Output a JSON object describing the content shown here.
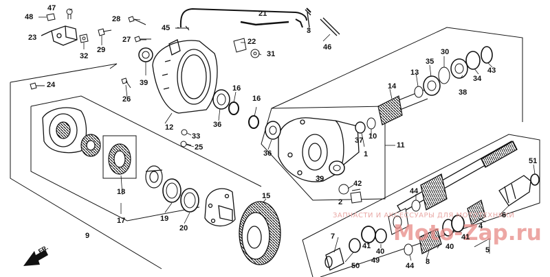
{
  "watermark": {
    "line1": "ЗАПЧАСТИ И АКСЕССУАРЫ ДЛЯ МОТОТЕХНИКИ",
    "line2": "Moto-Zap.ru",
    "color": "#e88a86"
  },
  "direction_marker": {
    "label": "FR.",
    "icon": "front-arrow-icon"
  },
  "callouts": [
    {
      "id": "47",
      "text": "47"
    },
    {
      "id": "48",
      "text": "48"
    },
    {
      "id": "28",
      "text": "28"
    },
    {
      "id": "21",
      "text": "21"
    },
    {
      "id": "3",
      "text": "3"
    },
    {
      "id": "45",
      "text": "45"
    },
    {
      "id": "22",
      "text": "22"
    },
    {
      "id": "23",
      "text": "23"
    },
    {
      "id": "29",
      "text": "29"
    },
    {
      "id": "27",
      "text": "27"
    },
    {
      "id": "31",
      "text": "31"
    },
    {
      "id": "46",
      "text": "46"
    },
    {
      "id": "32",
      "text": "32"
    },
    {
      "id": "30",
      "text": "30"
    },
    {
      "id": "35",
      "text": "35"
    },
    {
      "id": "13",
      "text": "13"
    },
    {
      "id": "34",
      "text": "34"
    },
    {
      "id": "43",
      "text": "43"
    },
    {
      "id": "38",
      "text": "38"
    },
    {
      "id": "24",
      "text": "24"
    },
    {
      "id": "39a",
      "text": "39"
    },
    {
      "id": "14",
      "text": "14"
    },
    {
      "id": "16a",
      "text": "16"
    },
    {
      "id": "26",
      "text": "26"
    },
    {
      "id": "16b",
      "text": "16"
    },
    {
      "id": "12",
      "text": "12"
    },
    {
      "id": "36a",
      "text": "36"
    },
    {
      "id": "33",
      "text": "33"
    },
    {
      "id": "37",
      "text": "37"
    },
    {
      "id": "10",
      "text": "10"
    },
    {
      "id": "11",
      "text": "11"
    },
    {
      "id": "25",
      "text": "25"
    },
    {
      "id": "36b",
      "text": "36"
    },
    {
      "id": "1",
      "text": "1"
    },
    {
      "id": "39b",
      "text": "39"
    },
    {
      "id": "51",
      "text": "51"
    },
    {
      "id": "42",
      "text": "42"
    },
    {
      "id": "44a",
      "text": "44"
    },
    {
      "id": "2",
      "text": "2"
    },
    {
      "id": "18",
      "text": "18"
    },
    {
      "id": "15",
      "text": "15"
    },
    {
      "id": "6",
      "text": "6"
    },
    {
      "id": "17",
      "text": "17"
    },
    {
      "id": "19",
      "text": "19"
    },
    {
      "id": "20",
      "text": "20"
    },
    {
      "id": "4",
      "text": "4"
    },
    {
      "id": "9",
      "text": "9"
    },
    {
      "id": "7",
      "text": "7"
    },
    {
      "id": "41a",
      "text": "41"
    },
    {
      "id": "40a",
      "text": "40"
    },
    {
      "id": "41b",
      "text": "41"
    },
    {
      "id": "40b",
      "text": "40"
    },
    {
      "id": "5",
      "text": "5"
    },
    {
      "id": "8",
      "text": "8"
    },
    {
      "id": "50",
      "text": "50"
    },
    {
      "id": "49",
      "text": "49"
    },
    {
      "id": "44b",
      "text": "44"
    }
  ]
}
